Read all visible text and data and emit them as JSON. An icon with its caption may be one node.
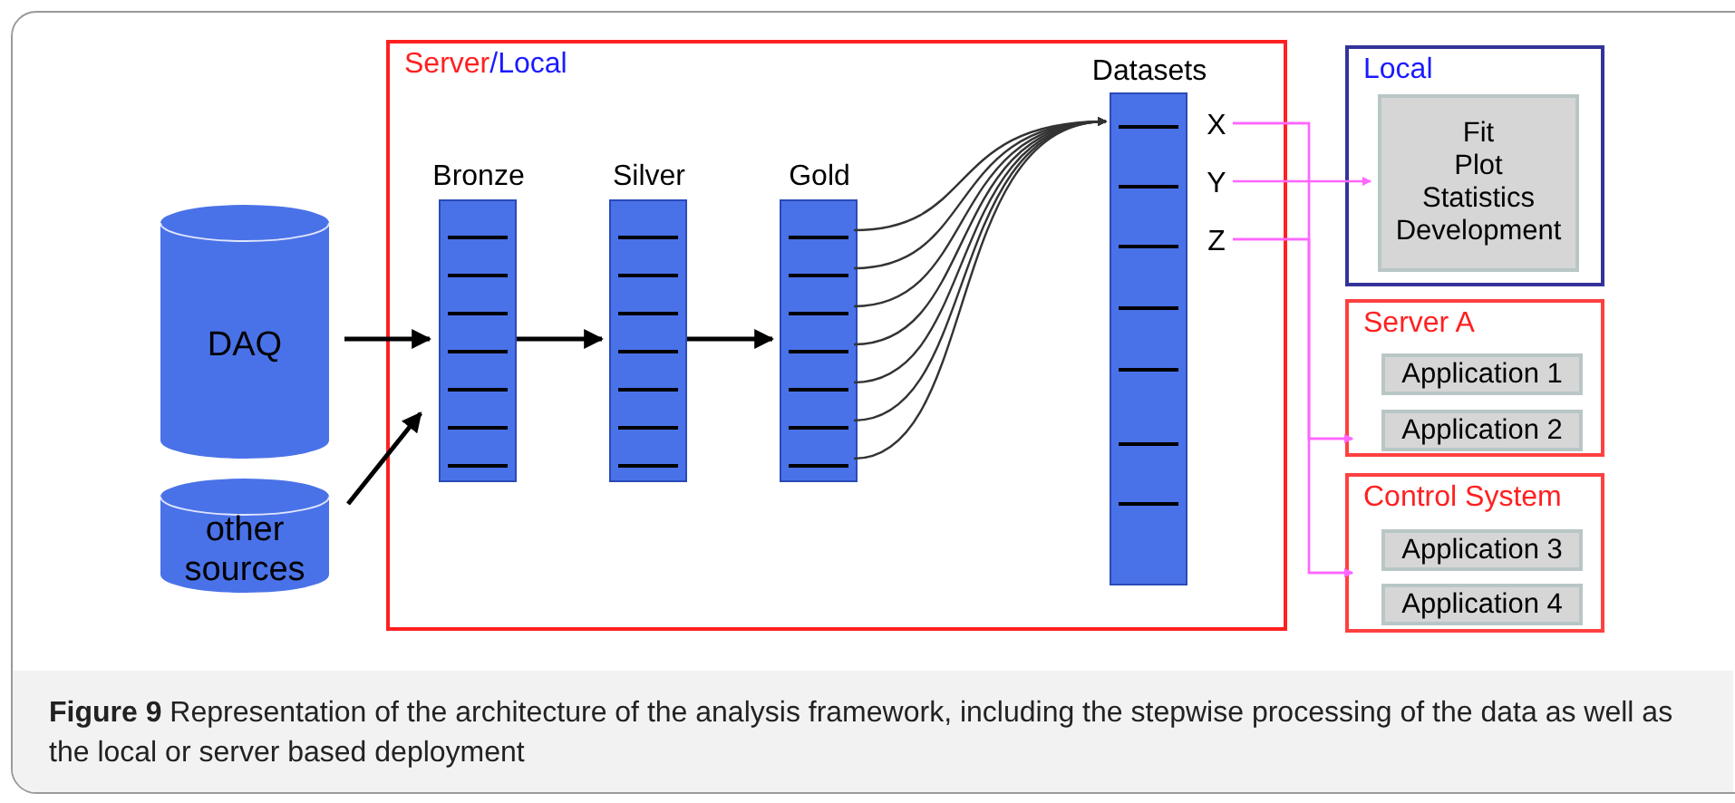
{
  "diagram": {
    "caption": "**Figure 9** Representation of the architecture of the analysis framework, including the stepwise processing of the data as well as the local or server based deployment",
    "nodes": [
      {
        "text": [
          "Server",
          "/Local"
        ]
      },
      {
        "text": [
          "DAQ"
        ]
      },
      {
        "text": [
          "other sources"
        ]
      },
      {
        "text": [
          "Bronze"
        ],
        "in": 0
      },
      {
        "text": [
          "Silver"
        ],
        "in": 0
      },
      {
        "text": [
          "Gold"
        ],
        "in": 0
      },
      {
        "text": [
          "Datasets"
        ],
        "in": 0
      },
      {
        "text": [
          "X"
        ],
        "in": 0
      },
      {
        "text": [
          "Y"
        ],
        "in": 0
      },
      {
        "text": [
          "Z"
        ],
        "in": 0
      },
      {
        "text": [
          "Local"
        ]
      },
      {
        "text": [
          "Fit",
          "Plot",
          "Statistics",
          "Development"
        ],
        "in": 10
      },
      {
        "text": [
          "Server A"
        ]
      },
      {
        "text": [
          "Application 1"
        ],
        "in": 12
      },
      {
        "text": [
          "Application 2"
        ],
        "in": 12
      },
      {
        "text": [
          "Control System"
        ]
      },
      {
        "text": [
          "Application 3"
        ],
        "in": 15
      },
      {
        "text": [
          "Application 4"
        ],
        "in": 15
      }
    ],
    "edges": [
      {
        "from": 1,
        "to": 3,
        "arrow": "to"
      },
      {
        "from": 2,
        "to": 3,
        "arrow": "to"
      },
      {
        "from": 3,
        "to": 4,
        "arrow": "to"
      },
      {
        "from": 4,
        "to": 5,
        "arrow": "to"
      },
      {
        "from": 5,
        "to": 6,
        "arrow": "to"
      },
      {
        "from": 5,
        "to": 6,
        "arrow": "to"
      },
      {
        "from": 5,
        "to": 6,
        "arrow": "to"
      },
      {
        "from": 5,
        "to": 6,
        "arrow": "to"
      },
      {
        "from": 5,
        "to": 6,
        "arrow": "to"
      },
      {
        "from": 5,
        "to": 6,
        "arrow": "to"
      },
      {
        "from": 5,
        "to": 6,
        "arrow": "to"
      },
      {
        "from": 7,
        "to": 12,
        "arrow": "to",
        "color": "#ff66ff"
      },
      {
        "from": 9,
        "to": 12,
        "arrow": "to",
        "color": "#ff66ff"
      },
      {
        "from": 7,
        "to": 15,
        "arrow": "to",
        "color": "#ff66ff"
      },
      {
        "from": 9,
        "to": 15,
        "arrow": "to",
        "color": "#ff66ff"
      },
      {
        "from": 8,
        "to": 11,
        "arrow": "to",
        "color": "#ff66ff"
      }
    ]
  }
}
